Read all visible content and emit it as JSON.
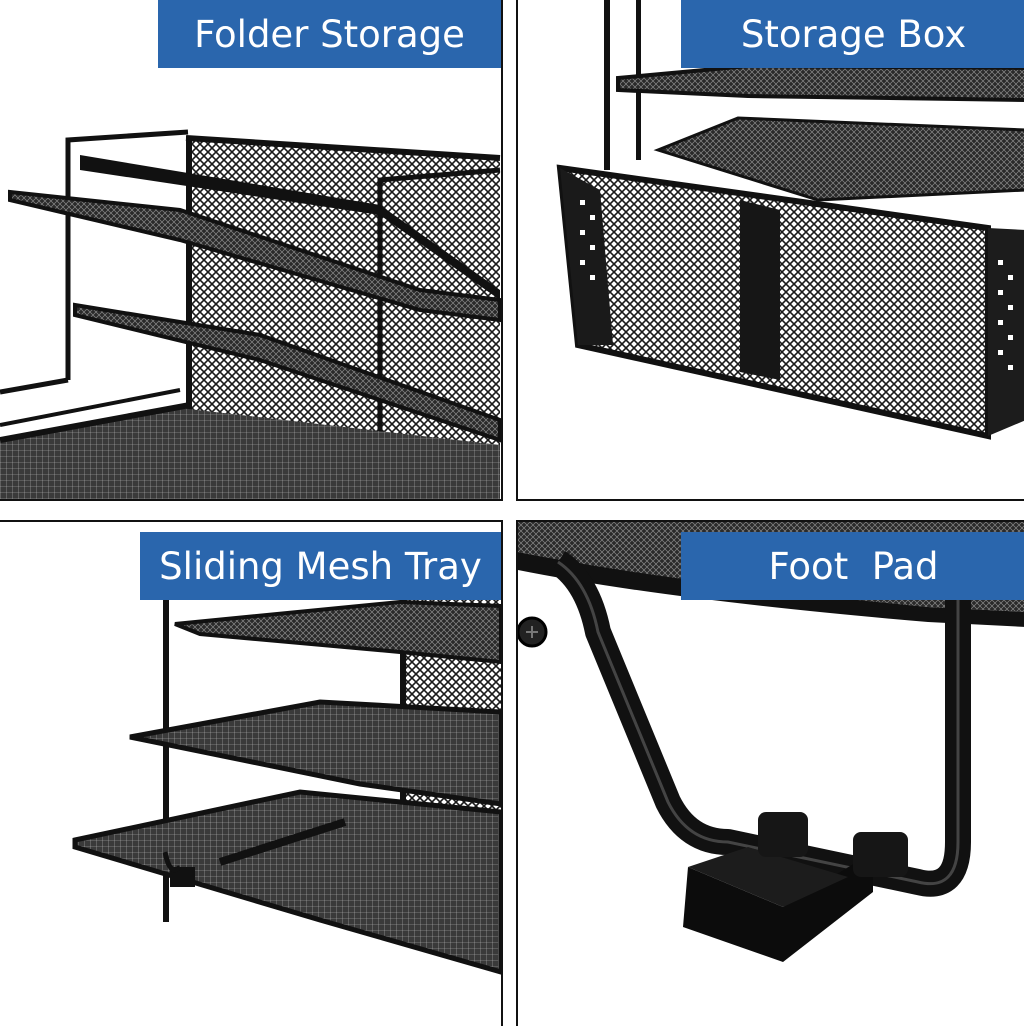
{
  "panels": [
    {
      "id": "folder-storage",
      "label": "Folder Storage",
      "image": "mesh-desk-organizer-angled-folder-slots"
    },
    {
      "id": "storage-box",
      "label": "Storage Box",
      "image": "mesh-storage-basket-with-divider"
    },
    {
      "id": "sliding-mesh-tray",
      "label": "Sliding Mesh Tray",
      "image": "stacked-sliding-mesh-trays"
    },
    {
      "id": "foot-pad",
      "label": "Foot  Pad",
      "image": "black-plastic-foot-pad-on-frame"
    }
  ],
  "colors": {
    "label_bg": "#2a66ad",
    "label_text": "#ffffff",
    "product": "#111111",
    "border": "#111111",
    "background": "#ffffff"
  }
}
